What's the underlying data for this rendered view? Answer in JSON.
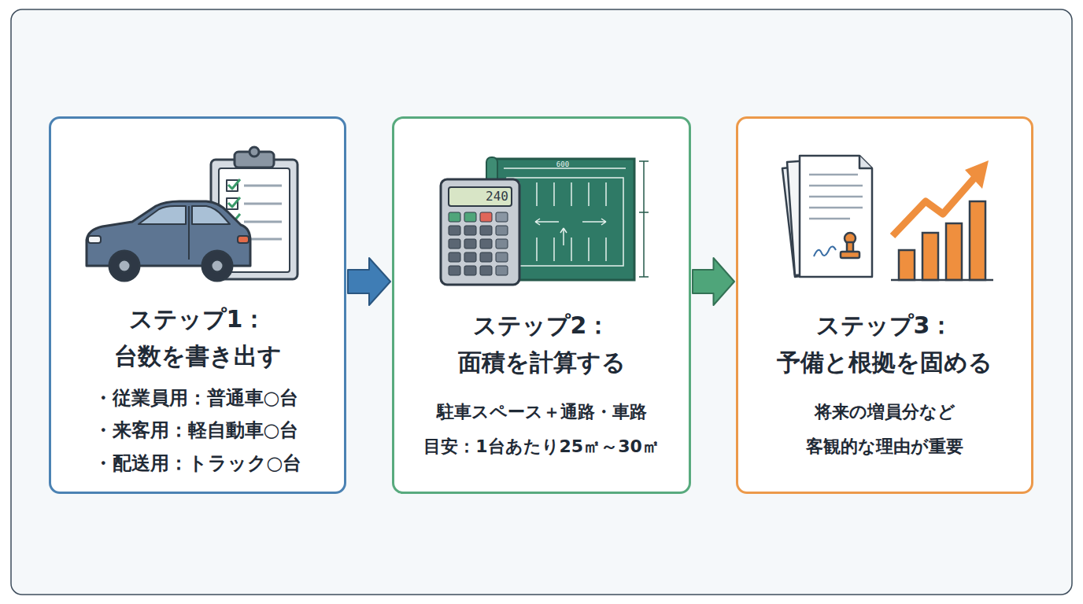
{
  "diagram": {
    "nodes": [
      {
        "text": [
          "ステップ1： 台数を書き出す",
          "・従業員用：普通車○台",
          "・来客用：軽自動車○台",
          "・配送用：トラック○台"
        ]
      },
      {
        "text": [
          "ステップ2： 面積を計算する",
          "駐車スペース＋通路・車路",
          "目安：1台あたり25㎡～30㎡"
        ]
      },
      {
        "text": [
          "ステップ3： 予備と根拠を固める",
          "将来の増員分など 客観的な理由が重要"
        ]
      }
    ],
    "edges": [
      {
        "from": 0,
        "to": 1,
        "arrow": "to"
      },
      {
        "from": 1,
        "to": 2,
        "arrow": "to"
      }
    ],
    "labels": [
      "240",
      "600"
    ]
  }
}
